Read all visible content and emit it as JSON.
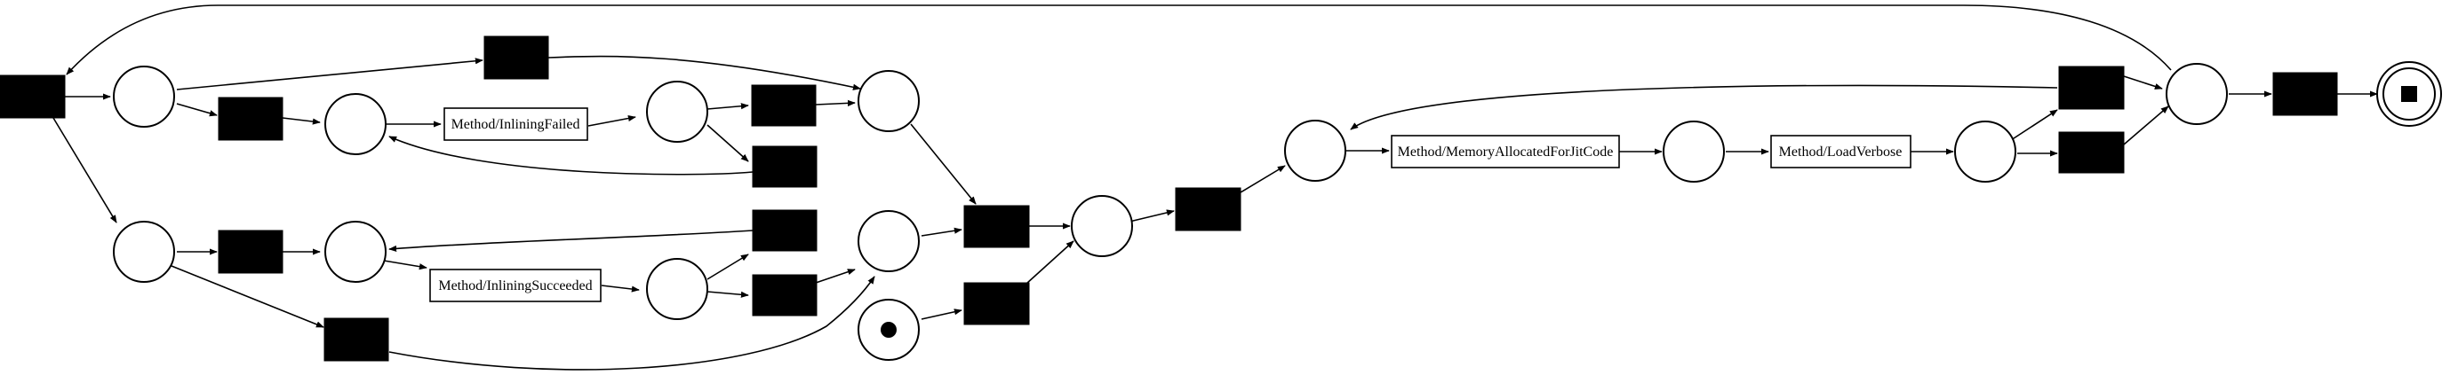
{
  "diagram": {
    "type": "petri-net",
    "labels": {
      "inlining_failed": "Method/InliningFailed",
      "inlining_succeeded": "Method/InliningSucceeded",
      "memory_allocated": "Method/MemoryAllocatedForJitCode",
      "load_verbose": "Method/LoadVerbose"
    },
    "initial_marking": "one token in source place",
    "final_marking": "sink place (double circle)"
  }
}
